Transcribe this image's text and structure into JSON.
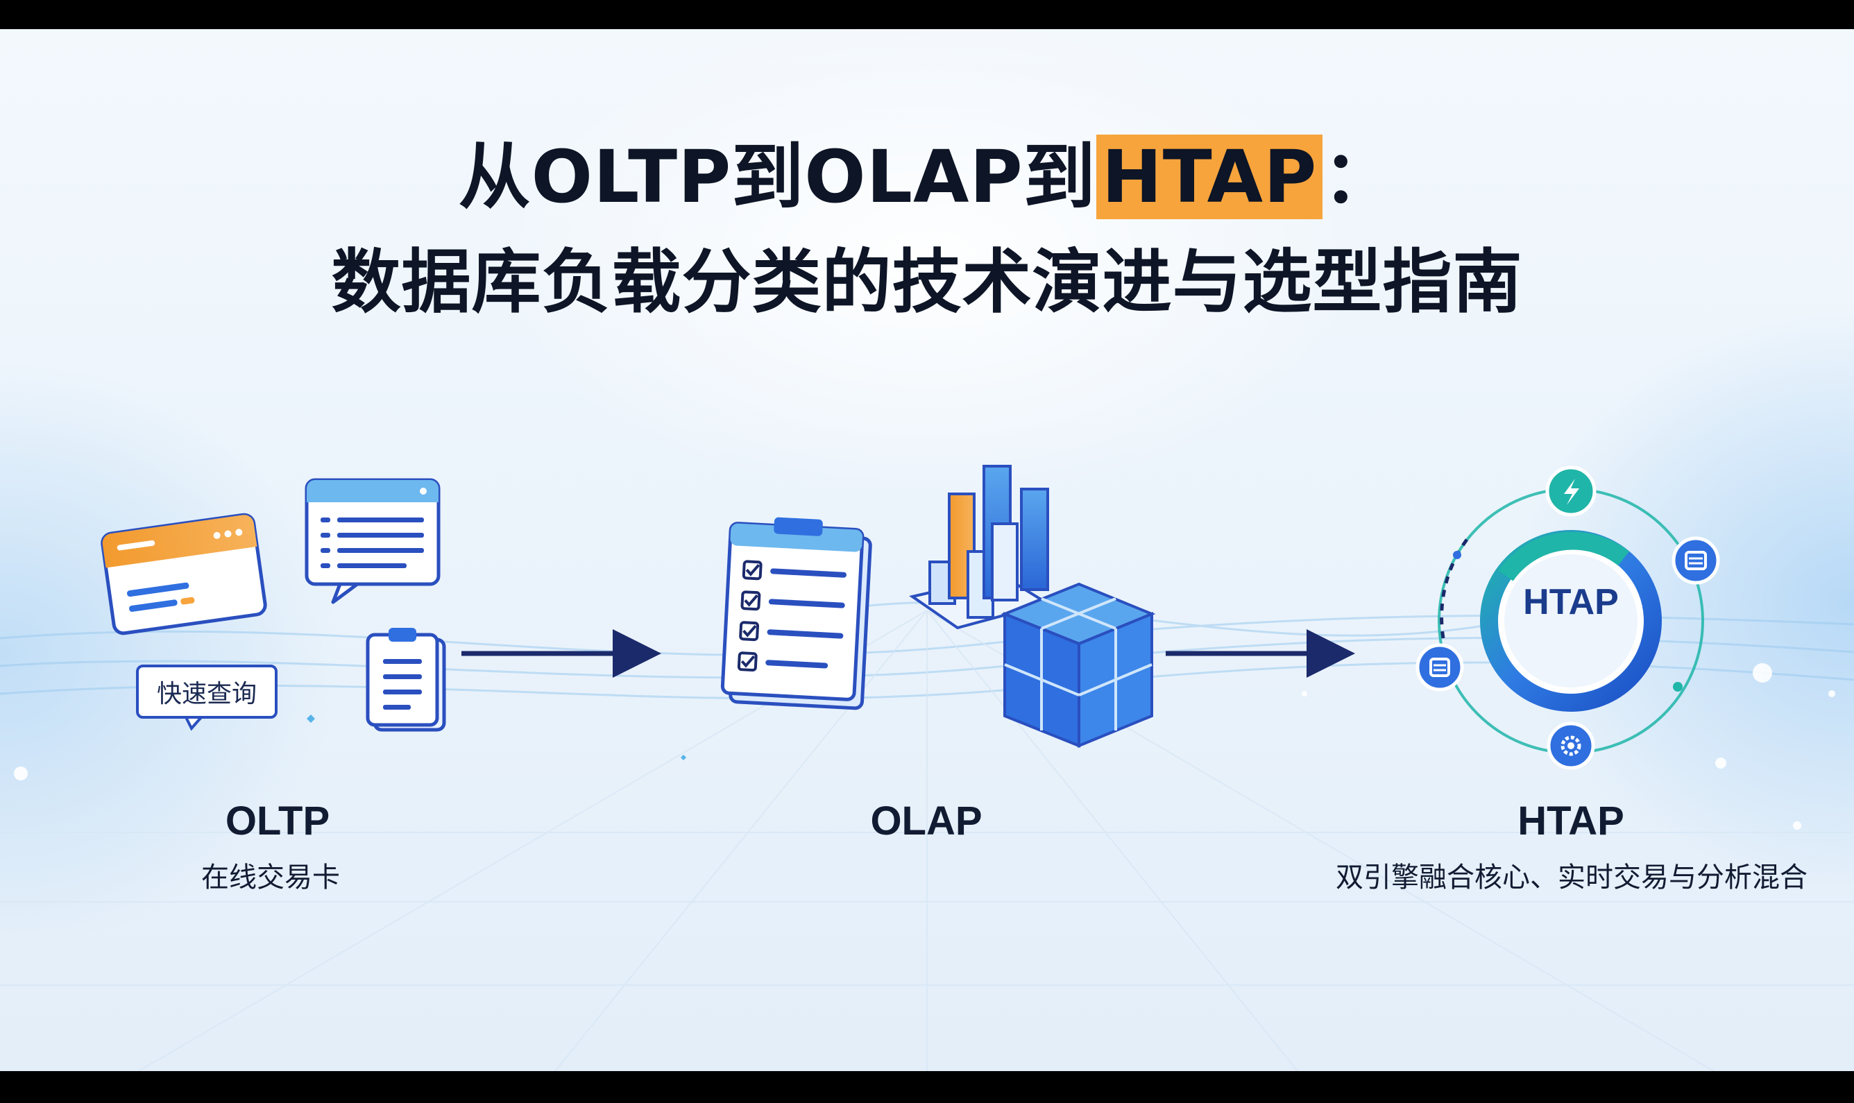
{
  "title": {
    "line1_prefix": "从OLTP到OLAP到",
    "line1_highlight": "HTAP",
    "line1_suffix": "：",
    "line2": "数据库负载分类的技术演进与选型指南"
  },
  "stages": [
    {
      "name": "OLTP",
      "caption": "在线交易卡",
      "tag": "快速查询"
    },
    {
      "name": "OLAP",
      "caption": ""
    },
    {
      "name": "HTAP",
      "caption": "双引擎融合核心、实时交易与分析混合",
      "center_label": "HTAP"
    }
  ],
  "colors": {
    "navy": "#1b2a6b",
    "blue": "#2f6fe0",
    "light_blue": "#7cc0f0",
    "orange": "#f7a43c",
    "teal": "#1fb5a8"
  },
  "icons": [
    "browser-window-icon",
    "chat-list-icon",
    "clipboard-icon",
    "checklist-icon",
    "bar-chart-icon",
    "data-cube-icon",
    "lightning-icon",
    "database-icon",
    "gear-icon"
  ]
}
